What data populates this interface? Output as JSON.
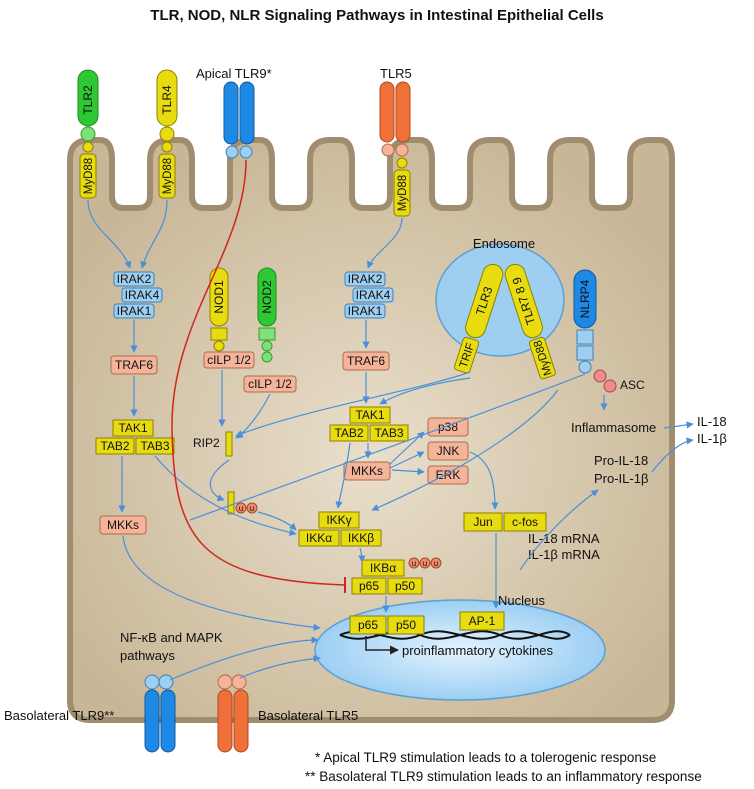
{
  "title": "TLR, NOD, NLR Signaling Pathways in Intestinal Epithelial Cells",
  "receptors": {
    "tlr2": "TLR2",
    "tlr4": "TLR4",
    "apical_tlr9": "Apical TLR9*",
    "tlr5": "TLR5",
    "myd88": "MyD88",
    "nod1": "NOD1",
    "nod2": "NOD2",
    "nlrp4": "NLRP4",
    "tlr3": "TLR3",
    "tlr789": "TLR7 8 9",
    "trif": "TRIF",
    "basolateral_tlr9": "Basolateral TLR9**",
    "basolateral_tlr5": "Basolateral TLR5"
  },
  "compartments": {
    "endosome": "Endosome",
    "nucleus": "Nucleus"
  },
  "left_pathway": {
    "irak2": "IRAK2",
    "irak4": "IRAK4",
    "irak1": "IRAK1",
    "traf6": "TRAF6",
    "tak1": "TAK1",
    "tab2": "TAB2",
    "tab3": "TAB3",
    "mkks": "MKKs"
  },
  "right_pathway": {
    "irak2": "IRAK2",
    "irak4": "IRAK4",
    "irak1": "IRAK1",
    "traf6": "TRAF6",
    "tak1": "TAK1",
    "tab2": "TAB2",
    "tab3": "TAB3",
    "mkks": "MKKs",
    "p38": "p38",
    "jnk": "JNK",
    "erk": "ERK"
  },
  "nod_pathway": {
    "cilp_1": "cILP 1/2",
    "cilp_2": "cILP 1/2",
    "rip2": "RIP2",
    "ub": "u"
  },
  "inflammasome": {
    "asc": "ASC",
    "inflammasome": "Inflammasome",
    "il18": "IL-18",
    "il1b": "IL-1β",
    "pro_il18": "Pro-IL-18",
    "pro_il1b": "Pro-IL-1β",
    "il18_mrna": "IL-18 mRNA",
    "il1b_mrna": "IL-1β mRNA"
  },
  "ikk": {
    "ikkg": "IKKγ",
    "ikka": "IKKα",
    "ikkb": "IKKβ",
    "ikba": "IKBα",
    "p65": "p65",
    "p50": "p50",
    "jun": "Jun",
    "cfos": "c-fos"
  },
  "nuclear": {
    "p65": "p65",
    "p50": "p50",
    "ap1": "AP-1",
    "cytokines": "proinflammatory cytokines"
  },
  "pathways_label_1": "NF-κB and MAPK",
  "pathways_label_2": "pathways",
  "notes": {
    "note1": "*  Apical TLR9 stimulation leads to a tolerogenic response",
    "note2": "** Basolateral TLR9 stimulation leads to an inflammatory response"
  },
  "colors": {
    "cell_fill": "#d2c1a4",
    "cell_stroke": "#9c8a70",
    "yellow": "#e8dc10",
    "green": "#2ec832",
    "blue": "#1e88e5",
    "orange": "#f0703a",
    "salmon": "#f4b49a",
    "light_blue": "#9fcff0",
    "nucleus": "#a6d5f7",
    "inhibit": "#d0261c"
  }
}
